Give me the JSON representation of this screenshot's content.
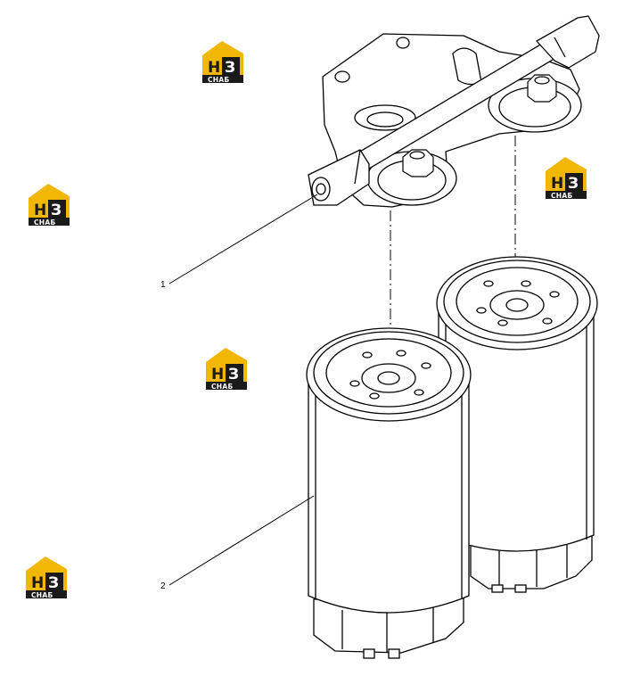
{
  "callouts": [
    {
      "id": "1",
      "label": "1"
    },
    {
      "id": "2",
      "label": "2"
    }
  ],
  "watermark": {
    "letter_h": "Н",
    "letter_e": "З",
    "text": "СНАБ",
    "color_gold": "#f2b705",
    "color_dark": "#1a1a1a"
  },
  "line_color": "#000000"
}
